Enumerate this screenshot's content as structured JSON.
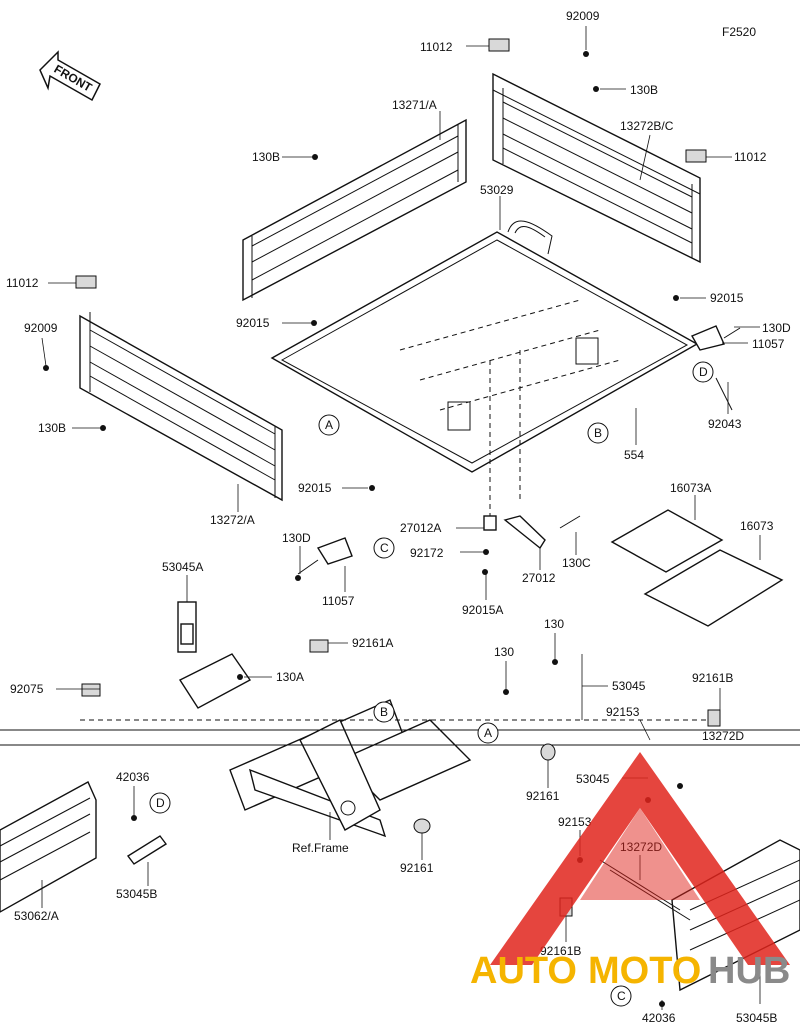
{
  "figure_code": "F2520",
  "front_label": "FRONT",
  "reference_frame_label": "Ref.Frame",
  "callouts": {
    "A": "A",
    "B": "B",
    "C": "C",
    "D": "D"
  },
  "part_numbers": {
    "p92009_top": "92009",
    "p11012_top": "11012",
    "p130B_top": "130B",
    "p13271A": "13271/A",
    "p13272BC": "13272B/C",
    "p130B_left": "130B",
    "p11012_right": "11012",
    "p53029": "53029",
    "p11012_left": "11012",
    "p92015_mid": "92015",
    "p92015_right": "92015",
    "p92009_left": "92009",
    "p130D_right": "130D",
    "p11057_right": "11057",
    "p130B_lower": "130B",
    "p92043": "92043",
    "p554": "554",
    "p92015_low": "92015",
    "p13272A": "13272/A",
    "p16073A": "16073A",
    "p16073": "16073",
    "p27012A": "27012A",
    "p130D_left": "130D",
    "p92172": "92172",
    "p130C": "130C",
    "p27012": "27012",
    "p11057_left": "11057",
    "p92015A": "92015A",
    "p53045A": "53045A",
    "p92161A": "92161A",
    "p130_a": "130",
    "p92075": "92075",
    "p130A": "130A",
    "p130_b": "130",
    "p53045_a": "53045",
    "p92161B_top": "92161B",
    "p92153_top": "92153",
    "p13272D_top": "13272D",
    "p42036_left": "42036",
    "p92161_mid": "92161",
    "p53045_b": "53045",
    "p92153_low": "92153",
    "p13272D_low": "13272D",
    "p53045B_left": "53045B",
    "p53062A": "53062/A",
    "p92161_low": "92161",
    "p92161B_low": "92161B",
    "p42036_low": "42036",
    "p53045B_right": "53045B"
  },
  "watermark": {
    "word_auto": "AUTO",
    "word_moto": "MOTO",
    "word_hub": "HUB",
    "colors": {
      "red": "#e0241c",
      "yellow": "#f5b400",
      "gray": "#8a8a8a"
    }
  }
}
